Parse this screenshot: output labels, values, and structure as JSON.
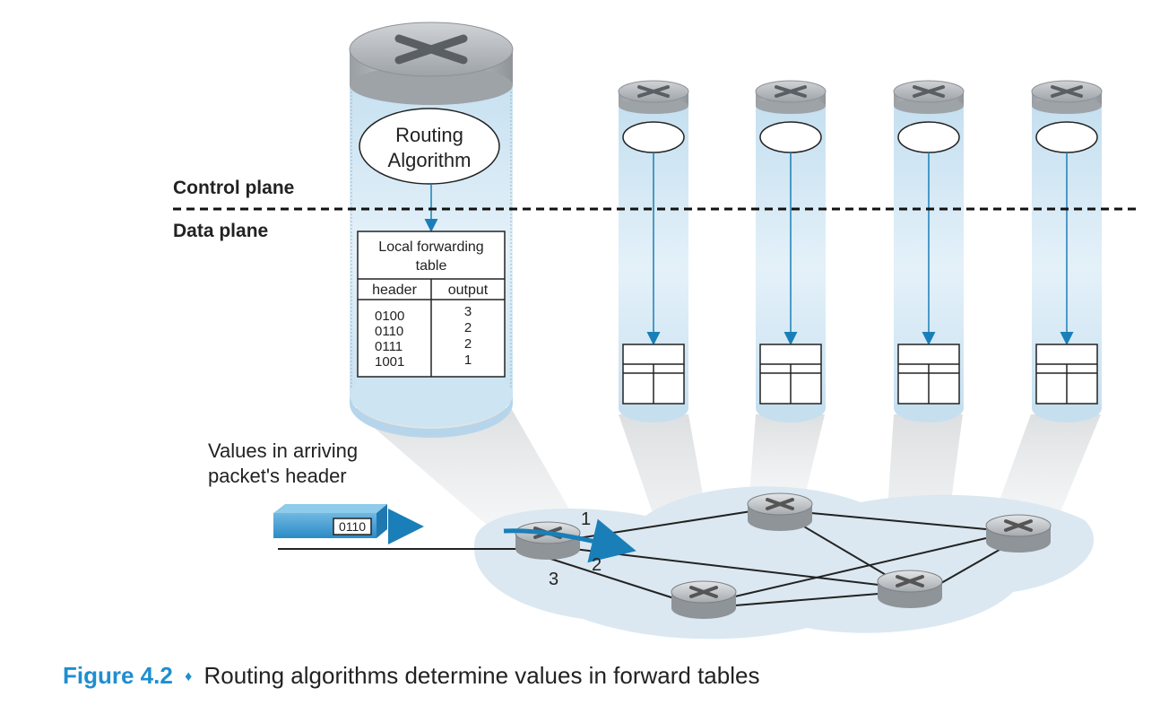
{
  "labels": {
    "control_plane": "Control plane",
    "data_plane": "Data plane",
    "routing_algorithm_line1": "Routing",
    "routing_algorithm_line2": "Algorithm",
    "arriving_header_line1": "Values in arriving",
    "arriving_header_line2": "packet's header",
    "packet_value": "0110"
  },
  "forwarding_table": {
    "title_line1": "Local forwarding",
    "title_line2": "table",
    "col_header": "header",
    "col_output": "output",
    "rows": [
      {
        "header": "0100",
        "output": "3"
      },
      {
        "header": "0110",
        "output": "2"
      },
      {
        "header": "0111",
        "output": "2"
      },
      {
        "header": "1001",
        "output": "1"
      }
    ]
  },
  "interfaces": {
    "i1": "1",
    "i2": "2",
    "i3": "3"
  },
  "caption": {
    "number": "Figure 4.2",
    "bullet": "♦",
    "text": "Routing algorithms determine values in forward tables"
  },
  "colors": {
    "accent": "#1f8ecf",
    "arrow": "#1a7fb8",
    "cylinder_fill": "#cfe6f4",
    "network_cloud": "#dbe8f1"
  }
}
